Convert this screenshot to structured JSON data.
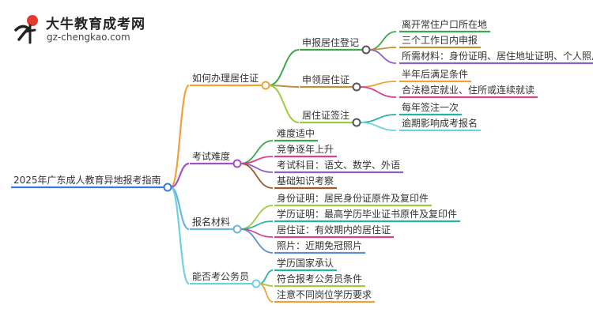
{
  "logo": {
    "title": "大牛教育成考网",
    "url": "gz-chengkao.com"
  },
  "colors": {
    "root": "#3a7bd5",
    "b1": "#f0a23a",
    "b2": "#a44fc7",
    "b3": "#6fb5d8",
    "b4": "#6fcfe4",
    "leaf1": "#3ba84a",
    "leaf2": "#c0913a",
    "leaf3": "#9ccc3b",
    "leaf4": "#d6428b",
    "leaf5": "#a25a2a",
    "leaf6": "#5a8fd6",
    "leaf7": "#8b5fc7",
    "leaf8": "#27b3a3"
  },
  "mindmap": {
    "root": "2025年广东成人教育异地报考指南",
    "branches": [
      {
        "label": "如何办理居住证",
        "children": [
          {
            "label": "申报居住登记",
            "children": [
              "离开常住户口所在地",
              "三个工作日内申报",
              "所需材料：身份证明、居住地址证明、个人照片"
            ]
          },
          {
            "label": "申领居住证",
            "children": [
              "半年后满足条件",
              "合法稳定就业、住所或连续就读"
            ]
          },
          {
            "label": "居住证签注",
            "children": [
              "每年签注一次",
              "逾期影响成考报名"
            ]
          }
        ]
      },
      {
        "label": "考试难度",
        "children": [
          "难度适中",
          "竞争逐年上升",
          "考试科目：语文、数学、外语",
          "基础知识考察"
        ]
      },
      {
        "label": "报名材料",
        "children": [
          "身份证明：居民身份证原件及复印件",
          "学历证明：最高学历毕业证书原件及复印件",
          "居住证：有效期内的居住证",
          "照片：近期免冠照片"
        ]
      },
      {
        "label": "能否考公务员",
        "children": [
          "学历国家承认",
          "符合报考公务员条件",
          "注意不同岗位学历要求"
        ]
      }
    ]
  }
}
